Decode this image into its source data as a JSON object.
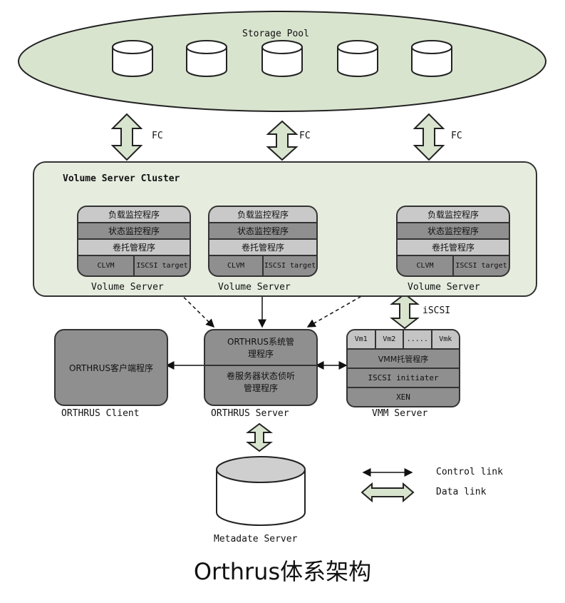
{
  "storage_pool": {
    "label": "Storage Pool",
    "disk_count": 5
  },
  "fc_links": [
    "FC",
    "FC",
    "FC"
  ],
  "cluster": {
    "label": "Volume Server Cluster"
  },
  "volume_servers": [
    {
      "rows": [
        "负载监控程序",
        "状态监控程序",
        "卷托管程序"
      ],
      "left": "CLVM",
      "right": "ISCSI target",
      "label": "Volume Server"
    },
    {
      "rows": [
        "负载监控程序",
        "状态监控程序",
        "卷托管程序"
      ],
      "left": "CLVM",
      "right": "ISCSI target",
      "label": "Volume Server"
    },
    {
      "rows": [
        "负载监控程序",
        "状态监控程序",
        "卷托管程序"
      ],
      "left": "CLVM",
      "right": "ISCSI target",
      "label": "Volume Server"
    }
  ],
  "iscsi_link": "iSCSI",
  "client": {
    "body": "ORTHRUS客户端程序",
    "label": "ORTHRUS Client"
  },
  "server": {
    "top": "ORTHRUS系统管理程序",
    "bottom": "卷服务器状态侦听管理程序",
    "label": "ORTHRUS Server"
  },
  "vmm": {
    "vms": [
      "Vm1",
      "Vm2",
      ".....",
      "Vmk"
    ],
    "rows": [
      "VMM托管程序",
      "ISCSI initiater",
      "XEN"
    ],
    "label": "VMM Server"
  },
  "metadata": {
    "label": "Metadate Server"
  },
  "legend": {
    "control": "Control link",
    "data": "Data link"
  },
  "caption": "Orthrus体系架构",
  "colors": {
    "pool_fill": "#d9e4cf",
    "box_fill": "#8f8f8f",
    "arrow_fill": "#d9e4cf"
  }
}
